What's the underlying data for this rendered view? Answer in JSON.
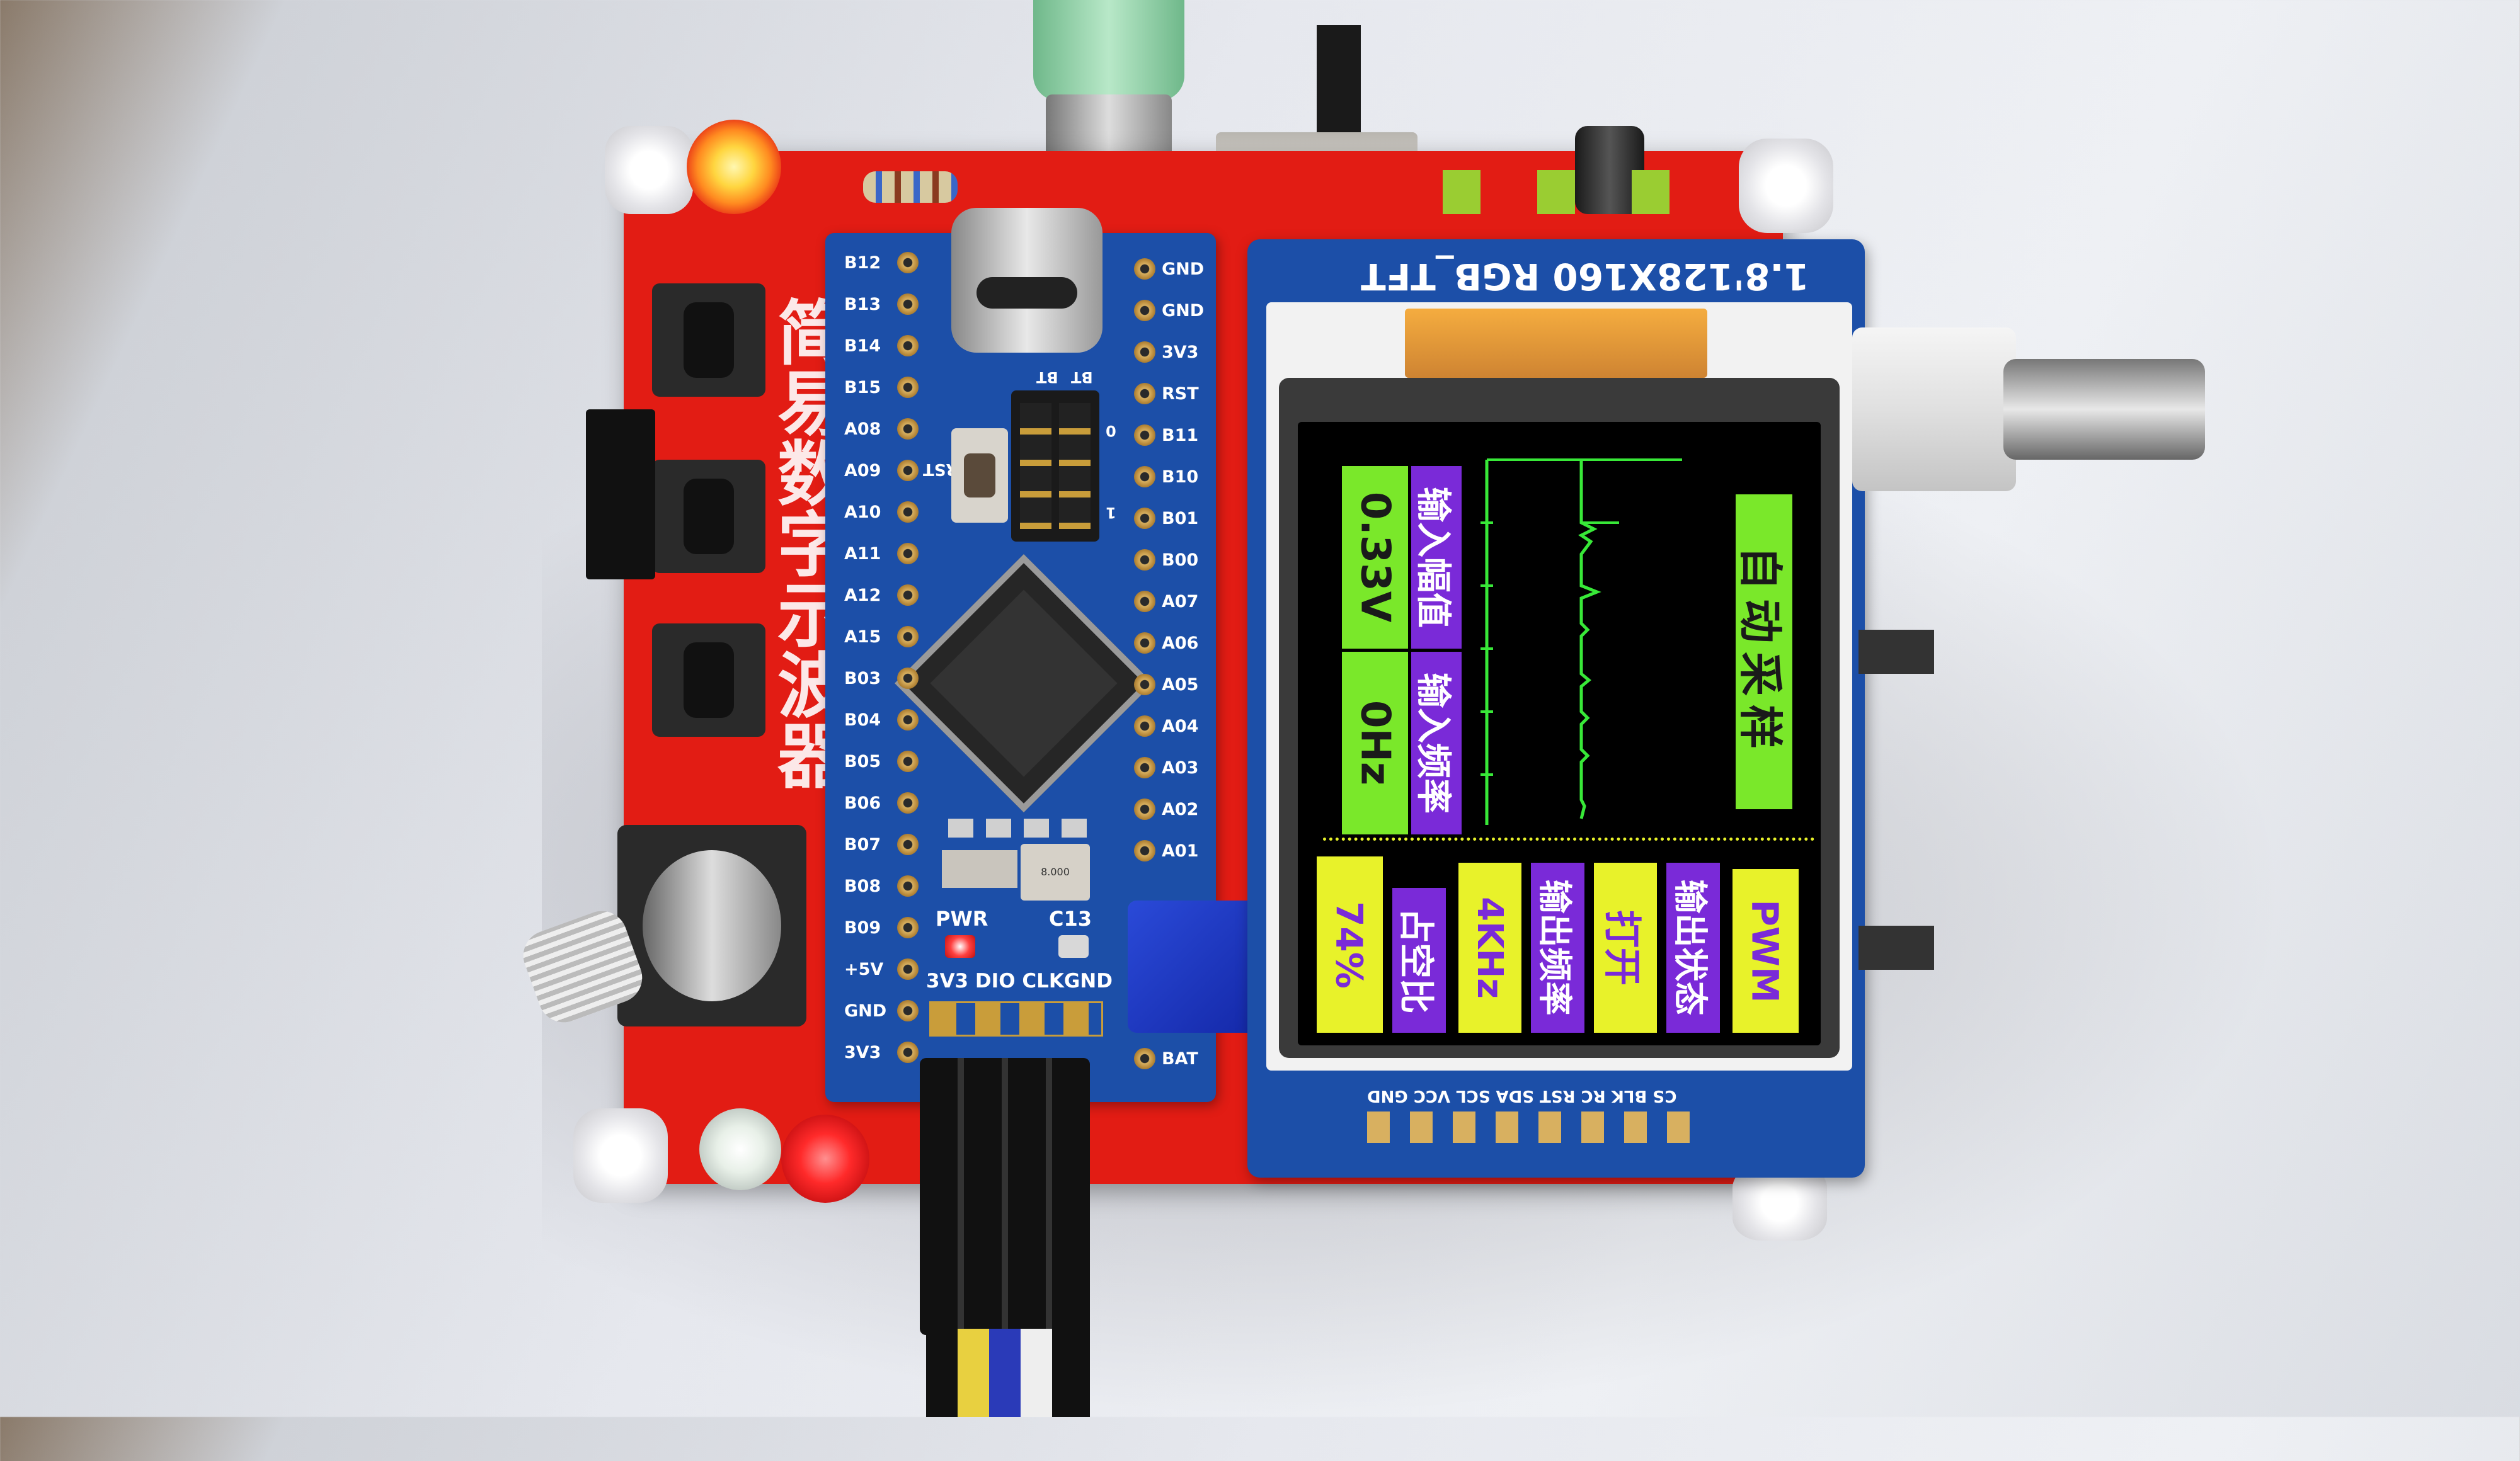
{
  "photo": {
    "pcb": {
      "main_title": "简易数字示波器",
      "color": "#e21c14"
    },
    "mcu_board": {
      "color": "#1c4fa8",
      "left_pins": [
        "B12",
        "B13",
        "B14",
        "B15",
        "A08",
        "A09",
        "A10",
        "A11",
        "A12",
        "A15",
        "B03",
        "B04",
        "B05",
        "B06",
        "B07",
        "B08",
        "B09",
        "+5V",
        "GND",
        "3V3"
      ],
      "right_pins": [
        "GND",
        "GND",
        "3V3",
        "RST",
        "B11",
        "B10",
        "B01",
        "B00",
        "A07",
        "A06",
        "A05",
        "A04",
        "A03",
        "A02",
        "A01",
        "",
        "",
        "",
        "",
        "BAT"
      ],
      "jumper_labels": [
        "BT",
        "BT",
        "0",
        "1"
      ],
      "rst_label": "RST",
      "pwr_label": "PWR",
      "c13_label": "C13",
      "debug_header_label": "3V3 DIO CLKGND",
      "crystal_label": "8.000"
    },
    "tft_module": {
      "title": "1.8'128X160 RGB_TFT",
      "bottom_labels": "CS BLK  RC RST SDA SCL VCC GND",
      "color": "#1c4fa8"
    },
    "tft_screen": {
      "voltage_value": "0.33V",
      "voltage_label": "输入幅值",
      "freq_value": "0Hz",
      "freq_label": "输入频率",
      "mode_label": "自动采样",
      "bottom_cells": [
        {
          "text": "74%",
          "bg": "#e8f22a",
          "fg": "#7a2ad8"
        },
        {
          "text": "占空比",
          "bg": "#7a2ad8",
          "fg": "#ffffff"
        },
        {
          "text": "4KHz",
          "bg": "#e8f22a",
          "fg": "#7a2ad8"
        },
        {
          "text": "输出频率",
          "bg": "#7a2ad8",
          "fg": "#ffffff"
        },
        {
          "text": "打开",
          "bg": "#e8f22a",
          "fg": "#7a2ad8"
        },
        {
          "text": "输出状态",
          "bg": "#7a2ad8",
          "fg": "#ffffff"
        },
        {
          "text": "PWM",
          "bg": "#e8f22a",
          "fg": "#7a2ad8"
        }
      ],
      "waveform_color": "#38e838",
      "green": "#7ae82a",
      "purple": "#7a2ad8"
    },
    "icons": [
      "led-red-icon",
      "led-white-icon",
      "push-button-icon",
      "rotary-encoder-icon",
      "usb-c-icon",
      "bnc-connector-icon",
      "mcu-chip-icon",
      "jumper-wire-icon"
    ]
  }
}
